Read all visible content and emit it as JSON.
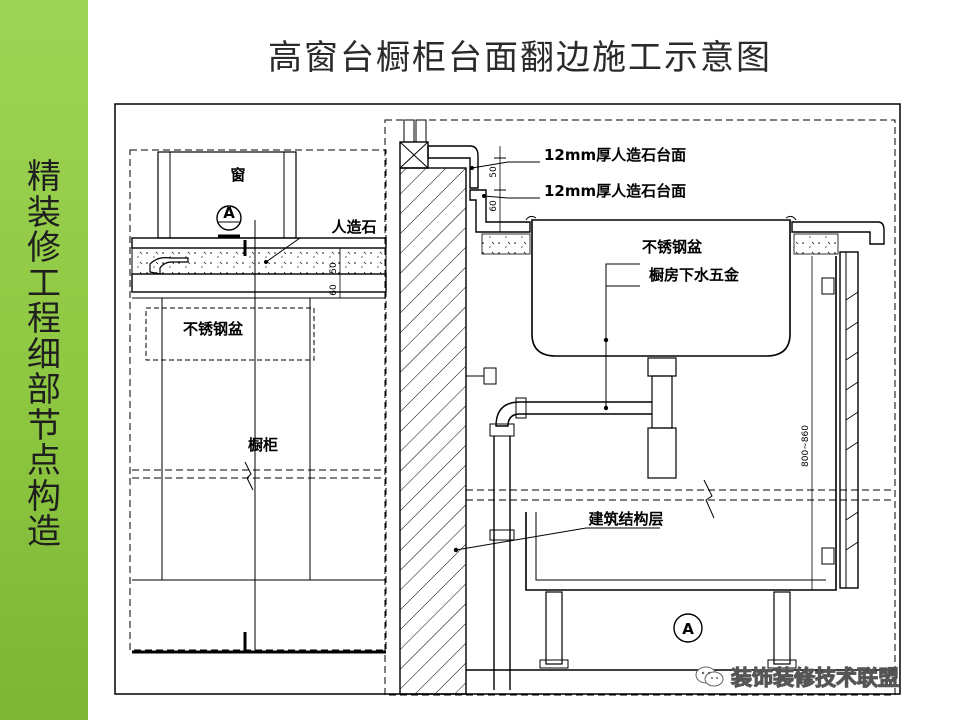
{
  "sidebar": {
    "title_chars": [
      "精",
      "装",
      "修",
      "工",
      "程",
      "细",
      "部",
      "节",
      "点",
      "构",
      "造"
    ]
  },
  "page_title": "高窗台橱柜台面翻边施工示意图",
  "left_view": {
    "window_label": "窗",
    "section_marker": "A",
    "stone_label": "人造石",
    "basin_label": "不锈钢盆",
    "cabinet_label": "橱柜",
    "dim_top": "50",
    "dim_bottom": "60"
  },
  "right_view": {
    "countertop_label_1": "12mm厚人造石台面",
    "countertop_label_2": "12mm厚人造石台面",
    "basin_label": "不锈钢盆",
    "hardware_label": "橱房下水五金",
    "structure_label": "建筑结构层",
    "section_marker": "A",
    "dim_50": "50",
    "dim_60": "60",
    "height_dim": "800~860"
  },
  "watermark": {
    "text": "装饰装修技术联盟",
    "icon": "wechat-icon"
  },
  "colors": {
    "sidebar": "#8cc63f",
    "line": "#000000"
  }
}
